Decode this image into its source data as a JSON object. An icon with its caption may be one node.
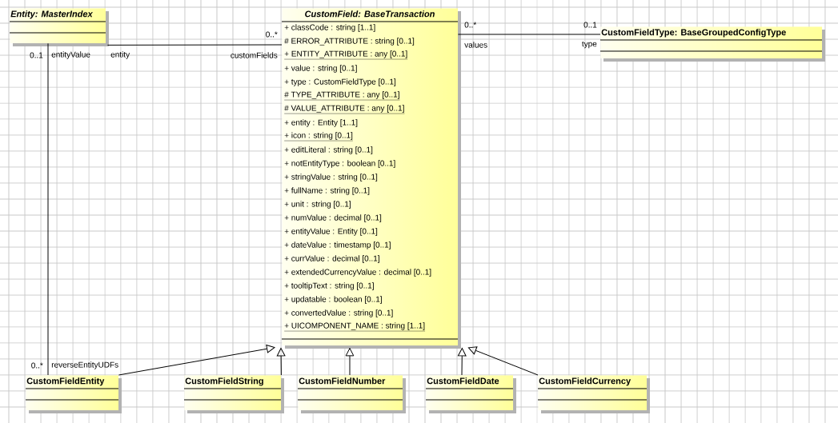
{
  "diagram": {
    "nodes": [
      {
        "text": [
          "Entity: MasterIndex"
        ]
      },
      {
        "text": [
          "CustomField: BaseTransaction",
          "+ classCode : string [1..1]",
          "# ERROR_ATTRIBUTE : string [0..1]",
          "+ ENTITY_ATTRIBUTE : any [0..1]",
          "+ value : string [0..1]",
          "+ type : CustomFieldType [0..1]",
          "# TYPE_ATTRIBUTE : any [0..1]",
          "# VALUE_ATTRIBUTE : any [0..1]",
          "+ entity : Entity [1..1]",
          "+ icon : string [0..1]",
          "+ editLiteral : string [0..1]",
          "+ notEntityType : boolean [0..1]",
          "+ stringValue : string [0..1]",
          "+ fullName : string [0..1]",
          "+ unit : string [0..1]",
          "+ numValue : decimal [0..1]",
          "+ entityValue : Entity [0..1]",
          "+ dateValue : timestamp [0..1]",
          "+ currValue : decimal [0..1]",
          "+ extendedCurrencyValue : decimal [0..1]",
          "+ tooltipText : string [0..1]",
          "+ updatable : boolean [0..1]",
          "+ convertedValue : string [0..1]",
          "+ UICOMPONENT_NAME : string [1..1]"
        ]
      },
      {
        "text": [
          "CustomFieldType: BaseGroupedConfigType"
        ]
      },
      {
        "text": [
          "CustomFieldEntity"
        ]
      },
      {
        "text": [
          "CustomFieldString"
        ]
      },
      {
        "text": [
          "CustomFieldNumber"
        ]
      },
      {
        "text": [
          "CustomFieldDate"
        ]
      },
      {
        "text": [
          "CustomFieldCurrency"
        ]
      }
    ],
    "edges": [
      {
        "from": 0,
        "to": 1,
        "arrow": "none"
      },
      {
        "from": 1,
        "to": 2,
        "arrow": "none"
      },
      {
        "from": 0,
        "to": 3,
        "arrow": "none"
      },
      {
        "from": 3,
        "to": 1,
        "arrow": "to"
      },
      {
        "from": 4,
        "to": 1,
        "arrow": "to"
      },
      {
        "from": 5,
        "to": 1,
        "arrow": "to"
      },
      {
        "from": 6,
        "to": 1,
        "arrow": "to"
      },
      {
        "from": 7,
        "to": 1,
        "arrow": "to"
      }
    ],
    "labels": [
      "0..*",
      "0..1",
      "0..*",
      "values",
      "type",
      "0..1",
      "entityValue",
      "entity",
      "customFields",
      "0..*",
      "reverseEntityUDFs"
    ]
  }
}
